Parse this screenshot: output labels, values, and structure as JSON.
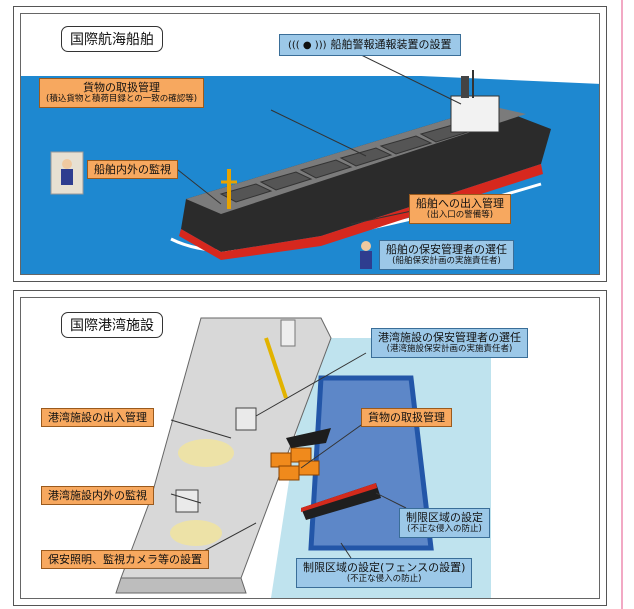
{
  "ship_panel": {
    "title": "国際航海船舶",
    "alarm": "船舶警報通報装置の設置",
    "alarm_icon": "((( ● )))",
    "cargo": "貨物の取扱管理",
    "cargo_sub": "(積込貨物と積荷目録との一致の確認等)",
    "watch": "船舶内外の監視",
    "access": "船舶への出入管理",
    "access_sub": "(出入口の警備等)",
    "officer": "船舶の保安管理者の選任",
    "officer_sub": "(船舶保安計画の実施責任者)"
  },
  "port_panel": {
    "title": "国際港湾施設",
    "officer": "港湾施設の保安管理者の選任",
    "officer_sub": "(港湾施設保安計画の実施責任者)",
    "access": "港湾施設の出入管理",
    "cargo": "貨物の取扱管理",
    "watch": "港湾施設内外の監視",
    "restrict": "制限区域の設定",
    "restrict_sub": "(不正な侵入の防止)",
    "lighting": "保安照明、監視カメラ等の設置",
    "fence": "制限区域の設定(フェンスの設置)",
    "fence_sub": "(不正な侵入の防止)"
  },
  "colors": {
    "sea": "#1e88d0",
    "hull": "#222222",
    "callout_orange": "#f7a85f",
    "callout_blue": "#9cc8e8",
    "restricted_zone": "#2356a8",
    "accent_pink": "#f2a9c4"
  }
}
